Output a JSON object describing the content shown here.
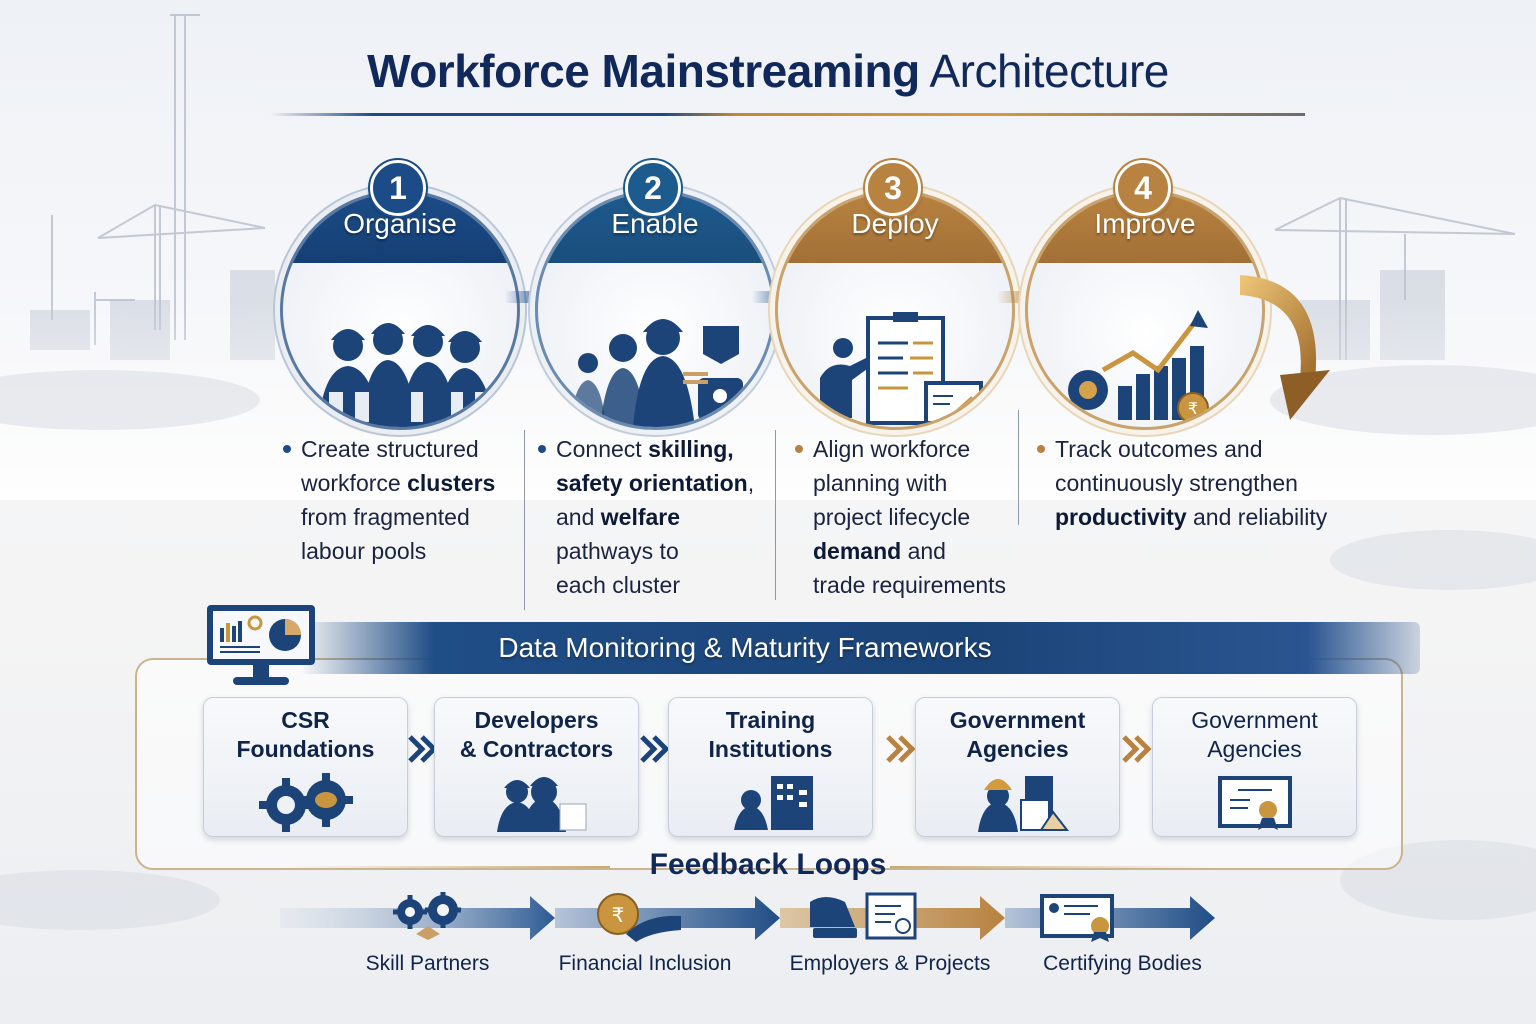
{
  "title": {
    "bold": "Workforce Mainstreaming",
    "regular": "Architecture"
  },
  "colors": {
    "navy": "#10285a",
    "blue": "#1c4c87",
    "gold": "#b88240",
    "text": "#1a2440",
    "frame": "#c9b48f"
  },
  "steps": [
    {
      "number": "1",
      "label": "Organise",
      "theme": "blue",
      "icon": "workers-group-icon",
      "desc": {
        "parts": [
          "Create structured workforce ",
          "clusters",
          " from fragmented labour pools"
        ],
        "bold_idx": [
          1
        ]
      },
      "lines": [
        "Create structured",
        "workforce |clusters|",
        "from fragmented",
        "labour pools"
      ]
    },
    {
      "number": "2",
      "label": "Enable",
      "theme": "teal",
      "icon": "worker-training-icon",
      "lines": [
        "Connect |skilling,|",
        "|safety orientation|,",
        "and |welfare|",
        "pathways to",
        "each cluster"
      ]
    },
    {
      "number": "3",
      "label": "Deploy",
      "theme": "gold",
      "icon": "planning-clipboard-icon",
      "lines": [
        "Align workforce",
        "planning with",
        "project lifecycle",
        "|demand| and",
        "trade requirements"
      ]
    },
    {
      "number": "4",
      "label": "Improve",
      "theme": "gold",
      "icon": "growth-chart-icon",
      "lines": [
        "Track outcomes and",
        "continuously strengthen",
        "|productivity| and reliability"
      ]
    }
  ],
  "data_monitoring": {
    "title": "Data Monitoring & Maturity Frameworks",
    "icon": "monitor-dashboard-icon",
    "stakeholders": [
      {
        "line1": "CSR",
        "line2": "Foundations",
        "icon": "gears-icon",
        "weight": "bold"
      },
      {
        "line1": "Developers",
        "line2": "& Contractors",
        "icon": "contractors-icon",
        "weight": "bold"
      },
      {
        "line1": "Training",
        "line2": "Institutions",
        "icon": "institution-building-icon",
        "weight": "bold"
      },
      {
        "line1": "Government",
        "line2": "Agencies",
        "icon": "hardhat-worker-icon",
        "weight": "bold"
      },
      {
        "line1": "Government",
        "line2": "Agencies",
        "icon": "certificate-icon",
        "weight": "regular"
      }
    ]
  },
  "feedback_loops": {
    "title": "Feedback Loops",
    "items": [
      {
        "label": "Skill Partners",
        "icon": "gears-icon"
      },
      {
        "label": "Financial Inclusion",
        "icon": "rupee-coin-hand-icon"
      },
      {
        "label": "Employers & Projects",
        "icon": "documents-certificate-icon"
      },
      {
        "label": "Certifying Bodies",
        "icon": "certificate-seal-icon"
      }
    ]
  }
}
